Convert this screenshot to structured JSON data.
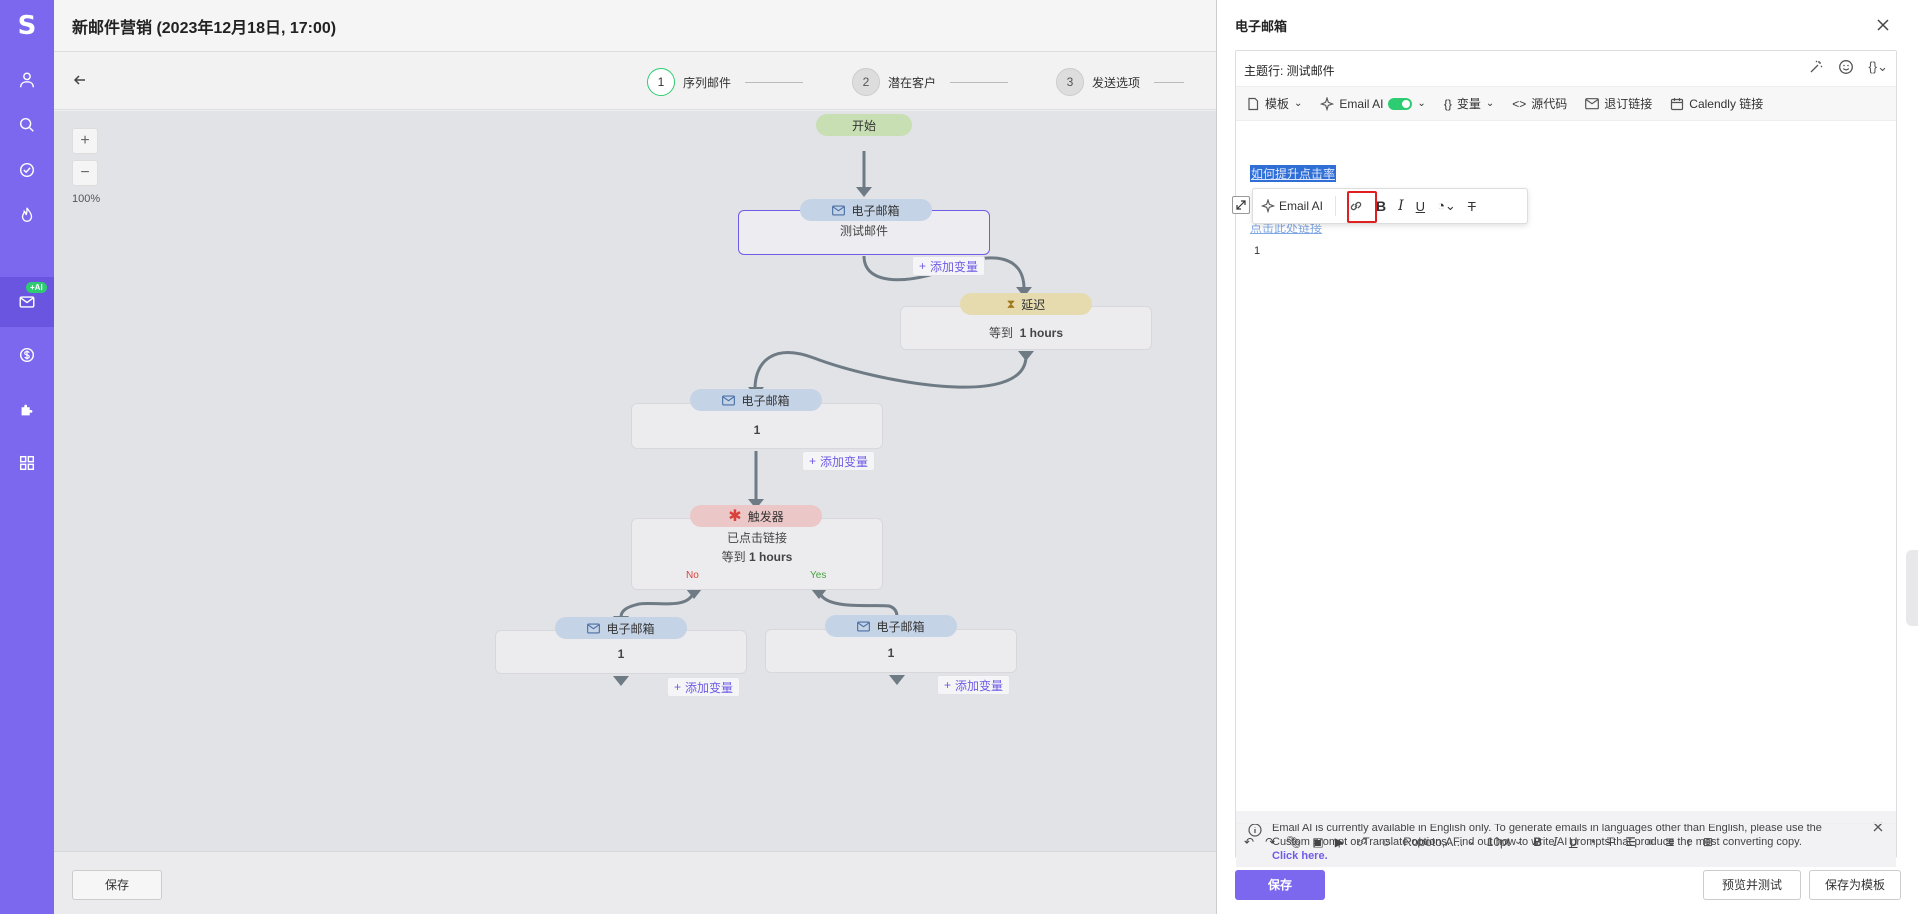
{
  "app": {
    "logo": "S"
  },
  "header": {
    "title": "新邮件营销 (2023年12月18日, 17:00)"
  },
  "steps": [
    {
      "num": "1",
      "label": "序列邮件"
    },
    {
      "num": "2",
      "label": "潜在客户"
    },
    {
      "num": "3",
      "label": "发送选项"
    }
  ],
  "sidebar": {
    "ai_badge": "+AI"
  },
  "canvas": {
    "zoom_in": "+",
    "zoom_out": "−",
    "zoom": "100%",
    "start": "开始",
    "email1": {
      "label": "电子邮箱",
      "text": "测试邮件"
    },
    "add_var": "添加变量",
    "delay": {
      "label": "延迟",
      "wait": "等到",
      "value": "1 hours"
    },
    "email2": {
      "label": "电子邮箱",
      "text": "1"
    },
    "trigger": {
      "label": "触发器",
      "line1": "已点击链接",
      "wait": "等到",
      "value": "1 hours",
      "no": "No",
      "yes": "Yes"
    },
    "email3": {
      "label": "电子邮箱",
      "text": "1"
    },
    "email4": {
      "label": "电子邮箱",
      "text": "1"
    }
  },
  "footer": {
    "save": "保存"
  },
  "panel": {
    "title": "电子邮箱",
    "subject": "主题行: 测试邮件",
    "toolbar": {
      "template": "模板",
      "email_ai": "Email AI",
      "variables": "变量",
      "source": "源代码",
      "unsubscribe": "退订链接",
      "calendly": "Calendly 链接"
    },
    "selected_text": "如何提升点击率",
    "hidden_link": "点击此处链接",
    "body_line": "1",
    "bubble_ai": "Email AI",
    "notice": "Email AI is currently available in English only. To generate emails in languages other than English, please use the Custom prompt or Translate options. Find out how to write AI prompts that produce the most converting copy.",
    "notice_link": "Click here.",
    "font": "Roboto,A...",
    "size": "10pt",
    "save": "保存",
    "preview": "预览并测试",
    "save_template": "保存为模板"
  },
  "colors": {
    "brand": "#7b68ee",
    "accent_green": "#2ecc71",
    "highlight_red": "#e02020"
  }
}
